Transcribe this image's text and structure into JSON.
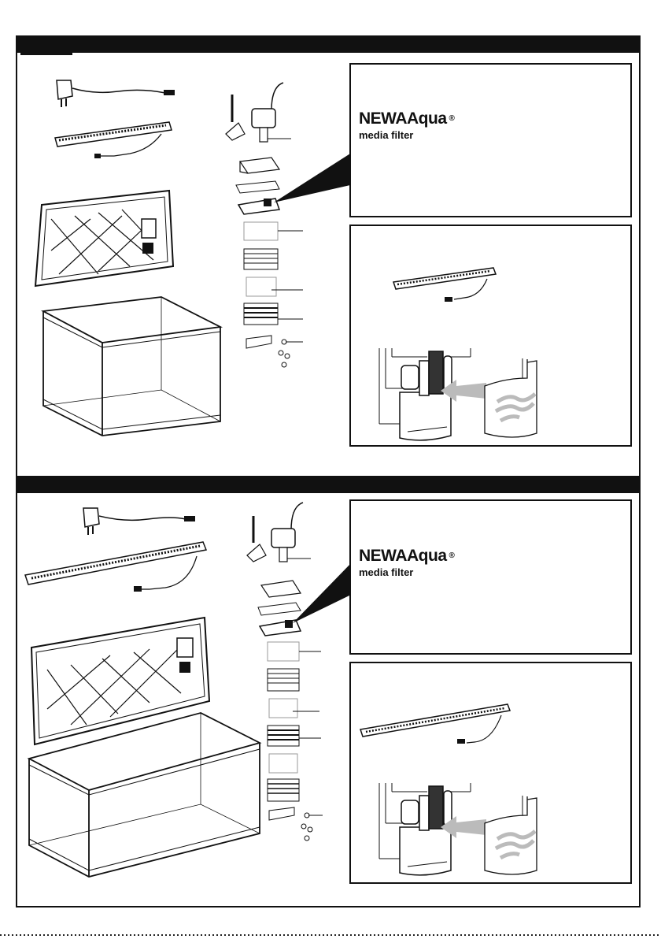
{
  "document": {
    "sections": [
      {
        "id": "top",
        "media_filter_box": {
          "brand": "NEWAAqua",
          "registered_mark": "®",
          "subtitle": "media filter"
        }
      },
      {
        "id": "bottom",
        "media_filter_box": {
          "brand": "NEWAAqua",
          "registered_mark": "®",
          "subtitle": "media filter"
        }
      }
    ],
    "icons": [
      "power-adapter-icon",
      "led-light-bar-icon",
      "aquarium-lid-icon",
      "aquarium-tank-icon",
      "filter-stack-icon",
      "filter-housing-icon",
      "filter-sponge-icon"
    ]
  }
}
